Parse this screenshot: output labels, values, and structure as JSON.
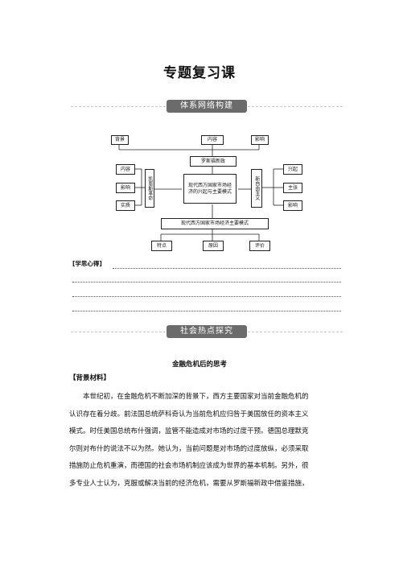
{
  "page_title": "专题复习课",
  "section1": {
    "label": "体系网络构建"
  },
  "diagram": {
    "top": [
      "背景",
      "内容",
      "影响"
    ],
    "new_deal": "罗斯福新政",
    "center": "现代西方国家市场经济的兴起与主要模式",
    "left_vertical": "凯恩斯革命",
    "left_items": [
      "内容",
      "影响",
      "实质"
    ],
    "right_vertical": "新自由主义",
    "right_items": [
      "兴起",
      "主张",
      "影响"
    ],
    "bottom_bar": "现代西方国家市场经济主要模式",
    "bottom": [
      "特点",
      "原因",
      "评价"
    ]
  },
  "notes": {
    "label": "[学思心得]"
  },
  "section2": {
    "label": "社会热点探究"
  },
  "article": {
    "title": "金融危机后的思考",
    "subhead": "【背景材料】",
    "lines": [
      "本世纪初，在金融危机不断加深的背景下，西方主要国家对当前金融危机的",
      "认识存在着分歧。前法国总统萨科奇认为当前危机应归咎于美国放任的资本主义",
      "模式。时任美国总统布什强调，监管不能造成对市场的过度干预。德国总理默克",
      "尔则对布什的说法不以为然。她认为，当前问题是对市场的过度放纵，必须采取",
      "措施防止危机重演，而德国的社会市场机制应该成为世界的基本机制。另外，很",
      "多专业人士认为，克服或解决当前的经济危机，需要从罗斯福新政中借鉴措施，"
    ]
  }
}
